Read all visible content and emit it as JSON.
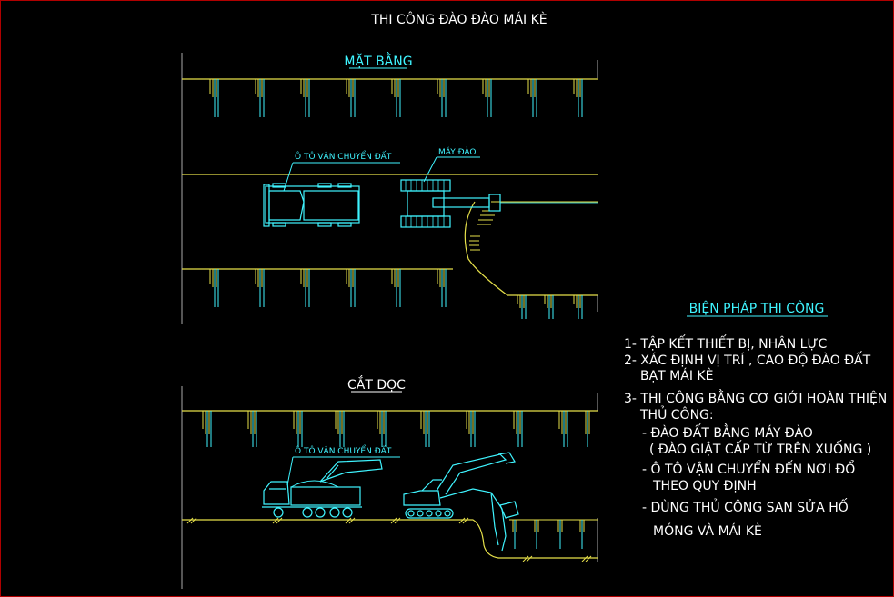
{
  "title": "THI CÔNG ĐÀO ĐÀO MÁI KÈ",
  "plan": {
    "heading": "MẶT BẰNG",
    "truck_label": "Ô TÔ VẬN CHUYỂN ĐẤT",
    "excavator_label": "MÁY ĐÀO"
  },
  "section": {
    "heading": "CẮT DỌC",
    "truck_label": "Ô TÔ VẬN CHUYỂN ĐẤT"
  },
  "method": {
    "heading": "BIỆN PHÁP THI CÔNG",
    "lines": [
      "1- TẬP KẾT THIẾT BỊ, NHÂN LỰC",
      "2- XÁC ĐỊNH VỊ TRÍ , CAO ĐỘ ĐÀO ĐẤT",
      "BẠT MÁI KÈ",
      "3- THI CÔNG BẰNG CƠ GIỚI HOÀN THIỆN",
      "THỦ CÔNG:",
      "- ĐÀO ĐẤT BẰNG MÁY ĐÀO",
      "( ĐÀO GIẬT CẤP TỪ TRÊN XUỐNG )",
      "- Ô TÔ VẬN CHUYỂN ĐẾN NƠI ĐỔ",
      "THEO QUY ĐỊNH",
      "- DÙNG THỦ CÔNG SAN SỬA HỐ",
      "MÓNG VÀ MÁI KÈ"
    ]
  },
  "colors": {
    "background": "#000000",
    "cyan": "#3ff4ff",
    "yellow": "#e6e04a",
    "white": "#ffffff",
    "border": "#b00000"
  }
}
